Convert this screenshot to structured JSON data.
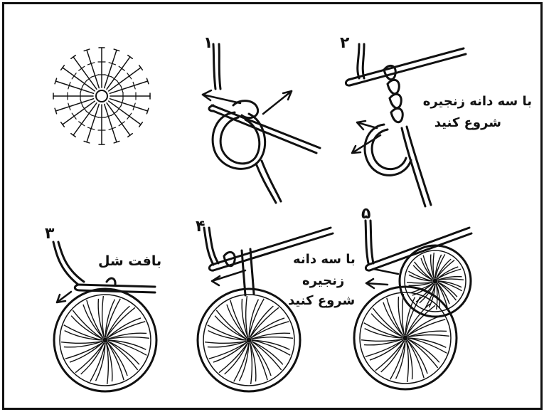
{
  "step_numbers": {
    "step1": "۱",
    "step2": "۲",
    "step3": "۳",
    "step4": "۴",
    "step5": "۵"
  },
  "labels": {
    "step2_line1": "با سه دانه زنجیره",
    "step2_line2": "شروع کنید",
    "step3_text": "بافت شل",
    "step4_line1": "با سه دانه",
    "step4_line2": "زنجیره",
    "step4_line3": "شروع کنید"
  },
  "colors": {
    "ink": "#111111",
    "background": "#ffffff"
  }
}
